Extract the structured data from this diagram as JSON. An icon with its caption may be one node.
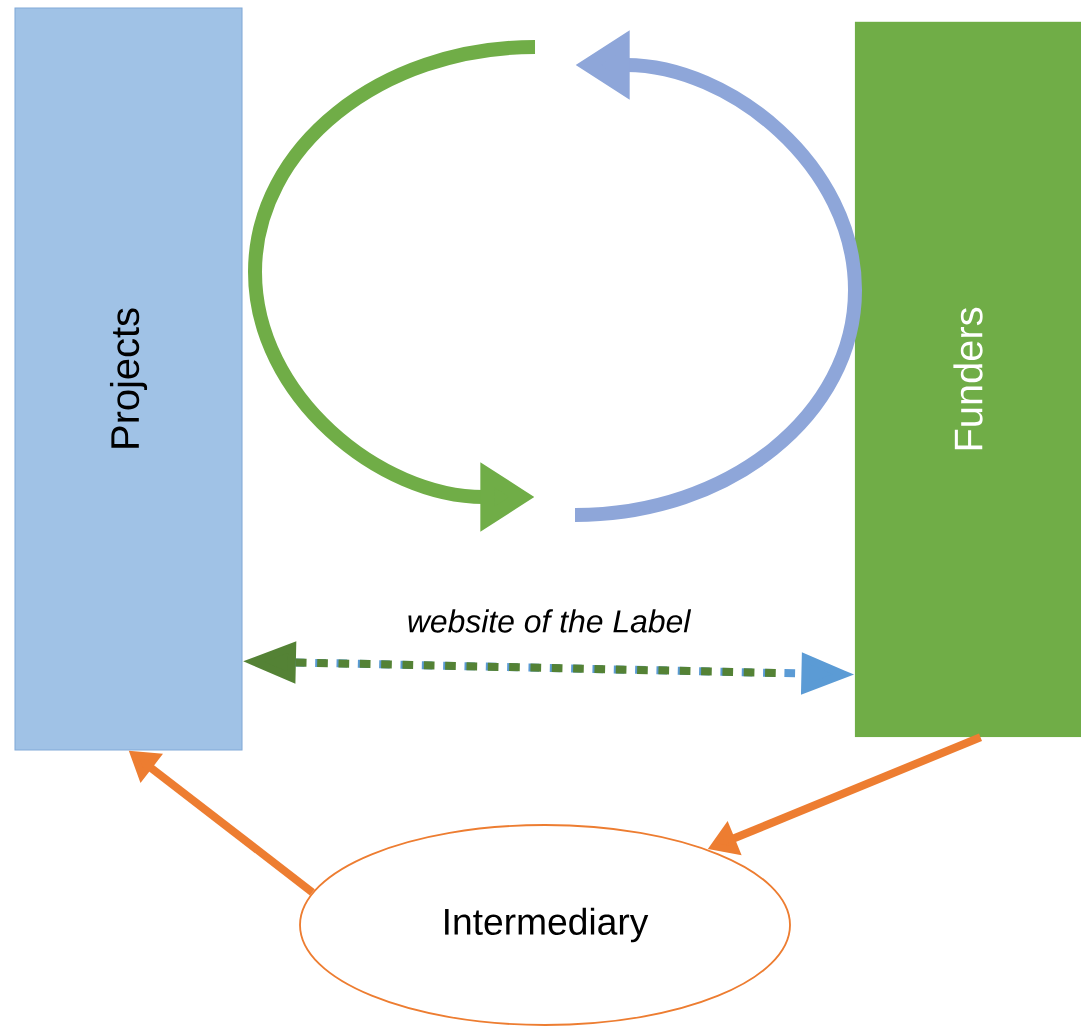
{
  "diagram": {
    "nodes": [
      {
        "text": [
          "Projects"
        ]
      },
      {
        "text": [
          "Funders"
        ]
      },
      {
        "text": [
          "Intermediary"
        ]
      }
    ],
    "edges": [
      {
        "from": 0,
        "to": 1,
        "arrow": "both",
        "style": "dashed",
        "label": "website of the Label",
        "color": "#5b9bd5"
      },
      {
        "from": 1,
        "to": 2,
        "arrow": "to",
        "color": "#ed7d31"
      },
      {
        "from": 2,
        "to": 0,
        "arrow": "to",
        "color": "#ed7d31"
      }
    ]
  }
}
